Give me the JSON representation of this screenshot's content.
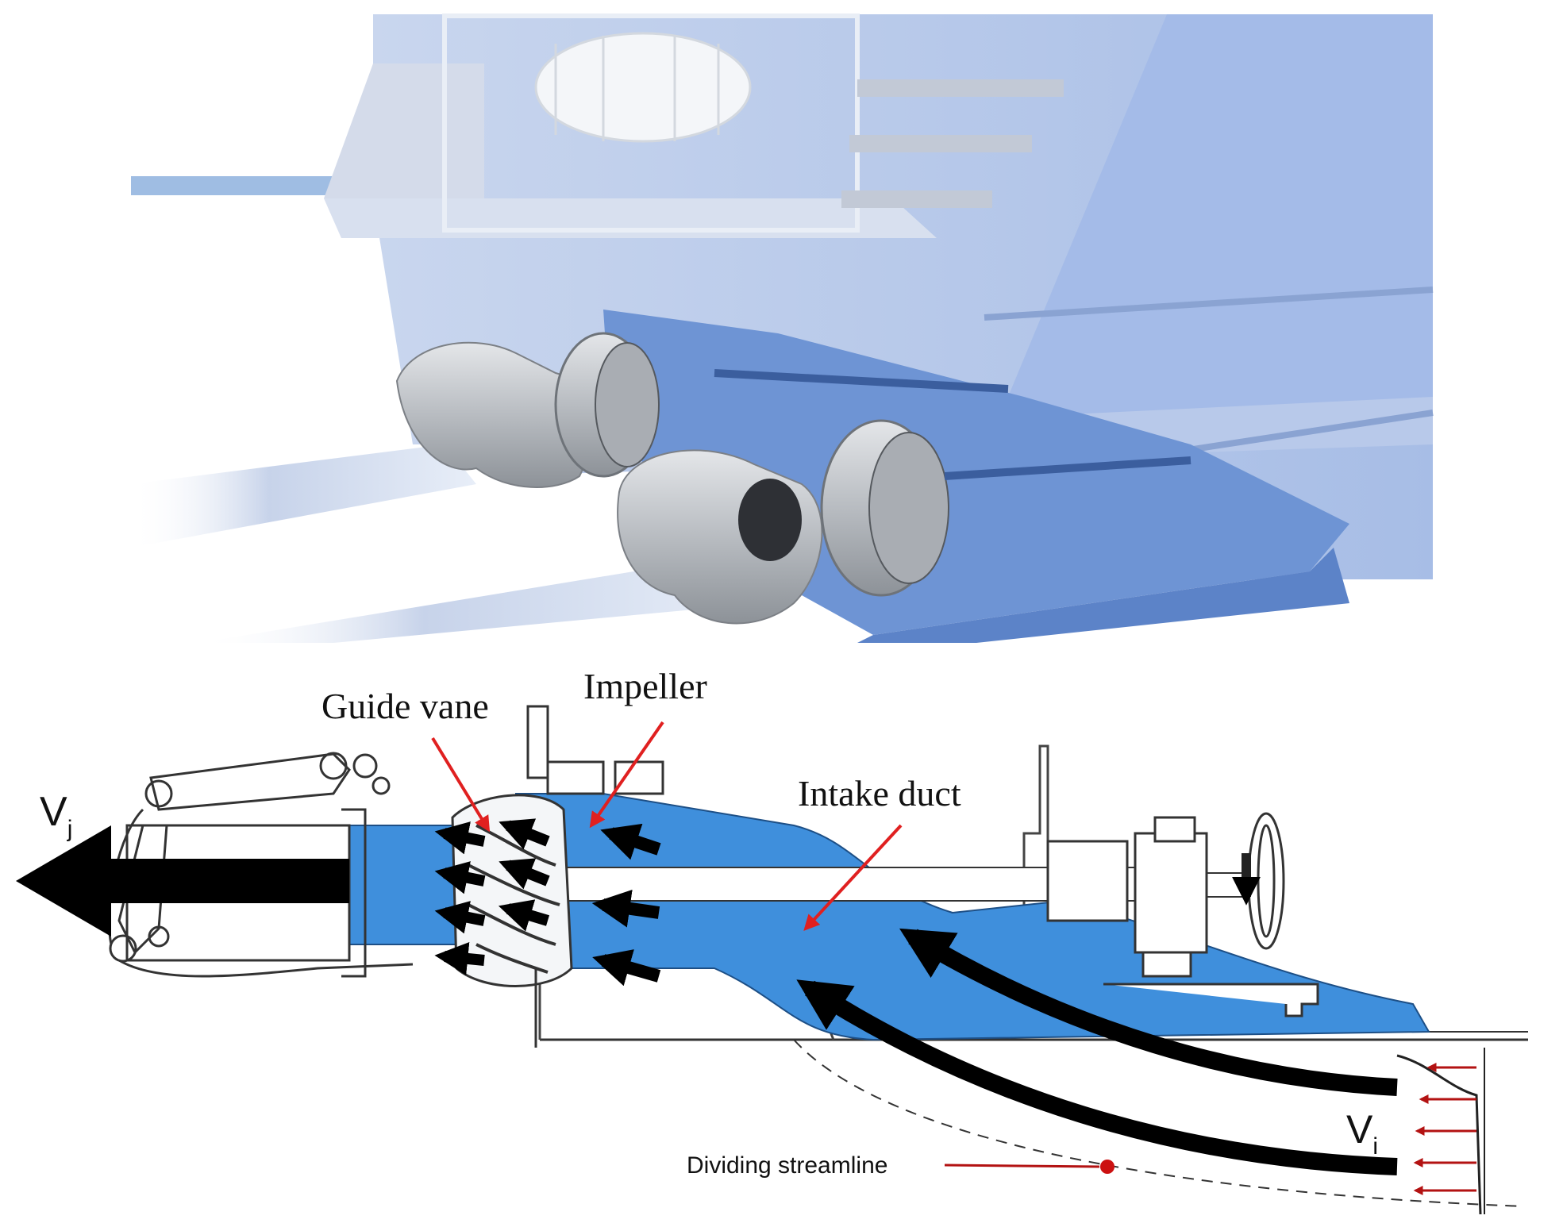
{
  "labels": {
    "guide_vane": "Guide vane",
    "impeller": "Impeller",
    "intake_duct": "Intake duct",
    "vj_main": "V",
    "vj_sub": "j",
    "vi_main": "V",
    "vi_sub": "i",
    "dividing_streamline": "Dividing streamline"
  },
  "colors": {
    "hull_blue": "#a9bfe6",
    "hull_dark": "#7f9ed6",
    "flow_blue": "#3f8fdc",
    "arrow_red": "#e02020",
    "dot_red": "#cc1111",
    "steel": "#bfc3c8"
  }
}
